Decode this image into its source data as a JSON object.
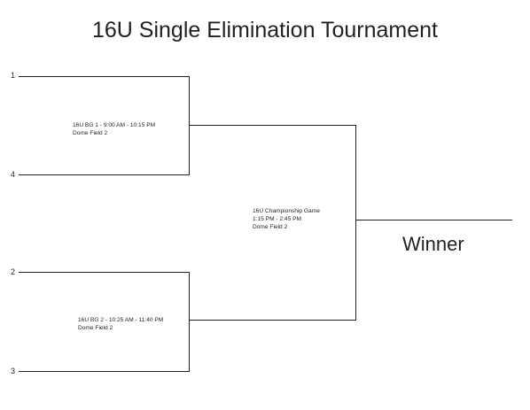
{
  "title": "16U Single Elimination Tournament",
  "seeds": {
    "top_upper": "1",
    "top_lower": "4",
    "bottom_upper": "2",
    "bottom_lower": "3"
  },
  "games": {
    "bg1": {
      "line1": "16U BG 1 -  9:00 AM - 10:15 PM",
      "line2": "Dome Field 2"
    },
    "bg2": {
      "line1": "16U BG 2  - 10:25 AM - 11:40 PM",
      "line2": "Dome Field 2"
    },
    "championship": {
      "line1": "16U Championship Game",
      "line2": "1:15 PM - 2:45 PM",
      "line3": "Dome Field 2"
    }
  },
  "winner_label": "Winner"
}
